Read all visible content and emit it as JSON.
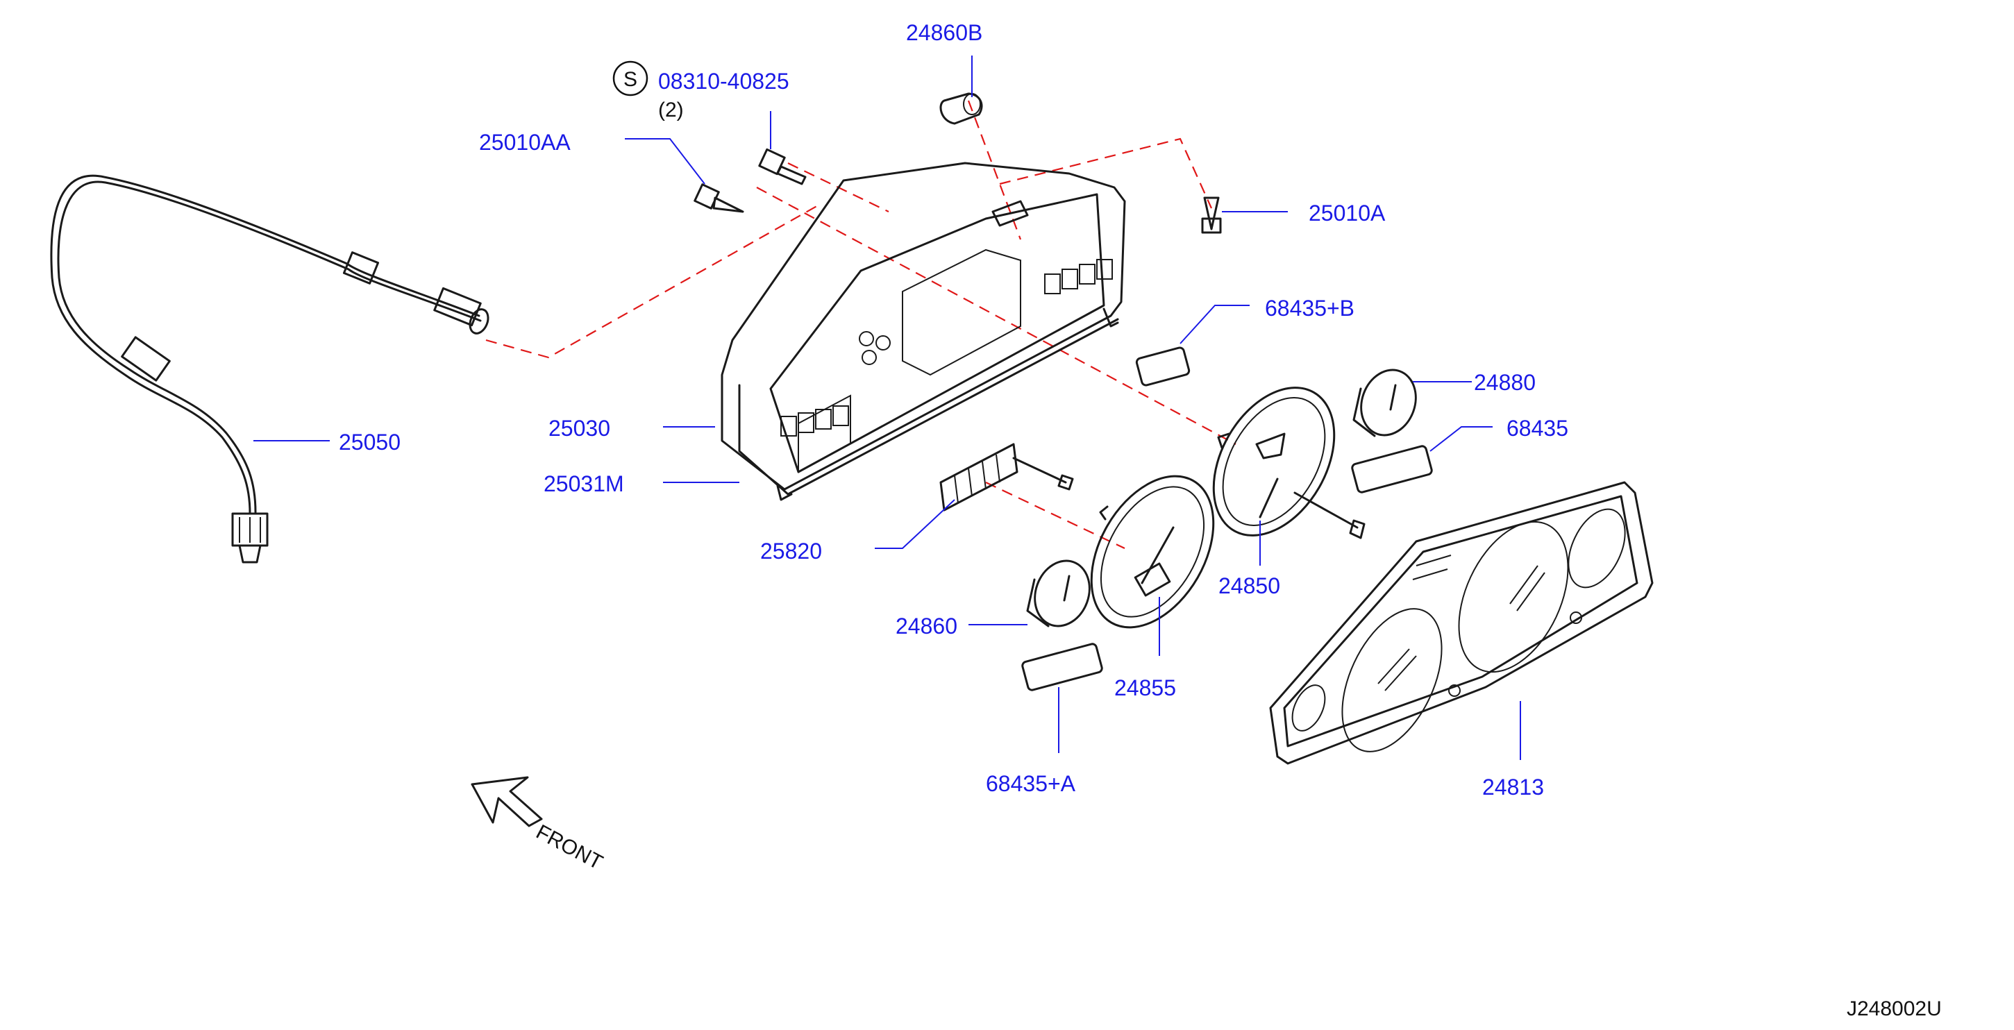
{
  "diagram": {
    "drawing_number": "J248002U",
    "front_label": "FRONT",
    "screw_symbol": "S",
    "parts": {
      "p24860B": "24860B",
      "p08310": "08310-40825",
      "p08310_qty": "(2)",
      "p25010AA": "25010AA",
      "p25010A": "25010A",
      "p68435B": "68435+B",
      "p24880": "24880",
      "p68435": "68435",
      "p25030": "25030",
      "p25050": "25050",
      "p25031M": "25031M",
      "p25820": "25820",
      "p24850": "24850",
      "p24860": "24860",
      "p24855": "24855",
      "p68435A": "68435+A",
      "p24813": "24813"
    }
  },
  "colors": {
    "label": "#1a1ae6",
    "line": "#1a1a1a",
    "dash": "#e01818"
  }
}
